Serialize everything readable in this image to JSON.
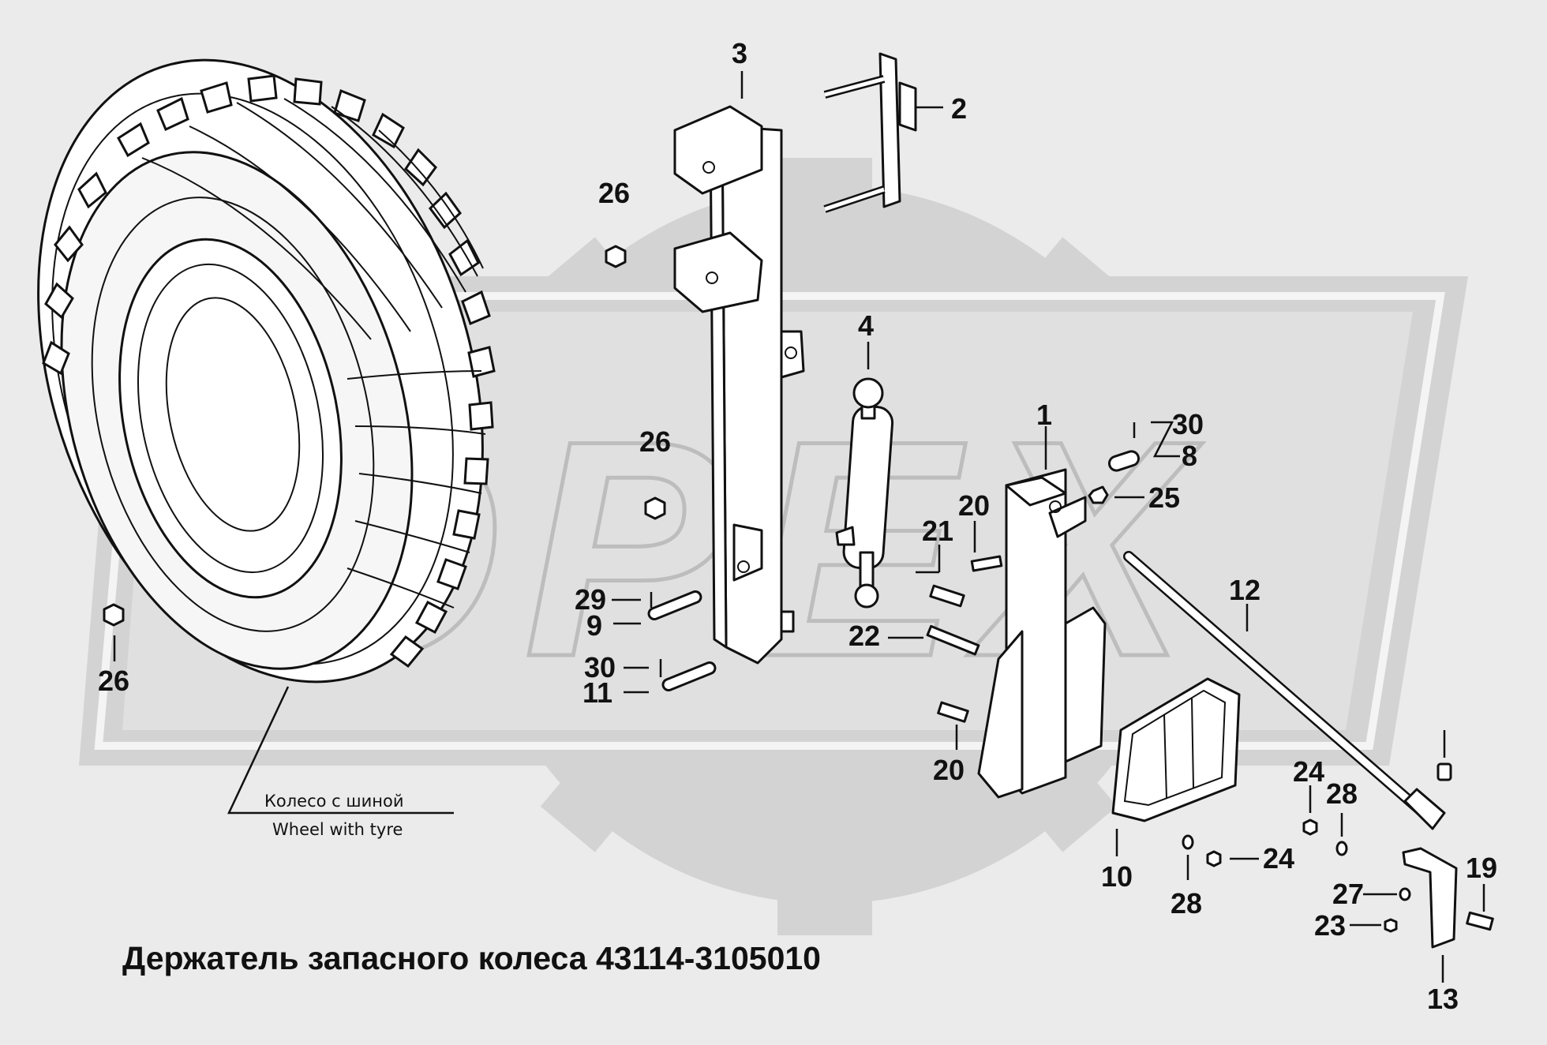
{
  "title": "Держатель запасного колеса 43114-3105010",
  "wheel_caption": {
    "ru": "Колесо с шиной",
    "en": "Wheel with tyre"
  },
  "callouts": {
    "c1": "1",
    "c2": "2",
    "c3": "3",
    "c4": "4",
    "c8": "8",
    "c9": "9",
    "c10": "10",
    "c11": "11",
    "c12": "12",
    "c13": "13",
    "c19": "19",
    "c20a": "20",
    "c20b": "20",
    "c21": "21",
    "c22": "22",
    "c23": "23",
    "c24a": "24",
    "c24b": "24",
    "c25": "25",
    "c26a": "26",
    "c26b": "26",
    "c26c": "26",
    "c27": "27",
    "c28a": "28",
    "c28b": "28",
    "c29": "29",
    "c30a": "30",
    "c30b": "30"
  },
  "watermark": "OPEX"
}
